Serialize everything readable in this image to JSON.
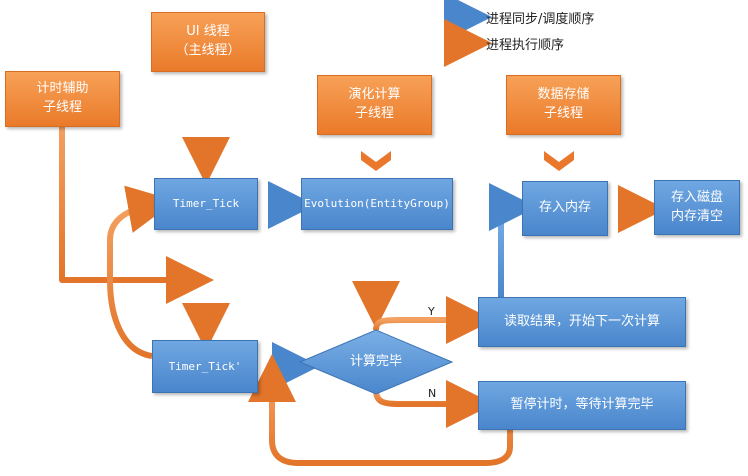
{
  "legend": {
    "sync": "进程同步/调度顺序",
    "exec": "进程执行顺序"
  },
  "nodes": {
    "ui_thread": "UI 线程\n（主线程）",
    "timer_helper": "计时辅助\n子线程",
    "evolution_thread": "演化计算\n子线程",
    "storage_thread": "数据存储\n子线程",
    "timer_tick": "Timer_Tick",
    "evolution": "Evolution(EntityGroup)",
    "store_memory": "存入内存",
    "store_disk": "存入磁盘\n内存清空",
    "timer_tick_prime": "Timer_Tick'",
    "compute_done": "计算完毕",
    "read_result": "读取结果，开始下一次计算",
    "pause_timer": "暂停计时，等待计算完毕"
  },
  "labels": {
    "yes": "Y",
    "no": "N"
  },
  "colors": {
    "orange": "#ea7a2a",
    "blue": "#4a86cc"
  }
}
